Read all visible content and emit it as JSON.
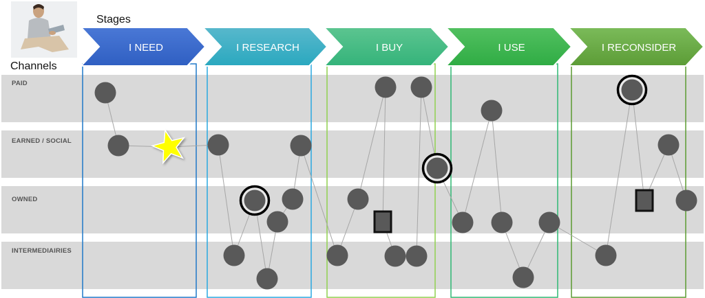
{
  "header": {
    "stages_label": "Stages",
    "channels_label": "Channels"
  },
  "stages": [
    {
      "label": "I NEED",
      "color_a": "#4a78d6",
      "color_b": "#2f5fc2",
      "outline": "#1f78c8"
    },
    {
      "label": "I RESEARCH",
      "color_a": "#58b8cc",
      "color_b": "#2aa8bf",
      "outline": "#29a8e0"
    },
    {
      "label": "I BUY",
      "color_a": "#5cc590",
      "color_b": "#34b37a",
      "outline": "#8fd14f"
    },
    {
      "label": "I USE",
      "color_a": "#52c060",
      "color_b": "#2fac44",
      "outline": "#2eb872"
    },
    {
      "label": "I RECONSIDER",
      "color_a": "#7bbb5a",
      "color_b": "#5c9c36",
      "outline": "#5a9a30"
    }
  ],
  "channels": [
    {
      "label": "PAID"
    },
    {
      "label": "EARNED / SOCIAL"
    },
    {
      "label": "OWNED"
    },
    {
      "label": "INTERMEDIAIRIES"
    }
  ],
  "colors": {
    "band": "#d9d9d9",
    "node": "#595959",
    "edge": "#a6a6a6",
    "star": "#ffff00"
  },
  "nodes": [
    {
      "id": "n1",
      "stage": "I NEED",
      "channel": "PAID",
      "shape": "circle"
    },
    {
      "id": "n2",
      "stage": "I NEED",
      "channel": "EARNED / SOCIAL",
      "shape": "circle"
    },
    {
      "id": "star",
      "stage": "I NEED",
      "channel": "EARNED / SOCIAL",
      "shape": "star"
    },
    {
      "id": "r1",
      "stage": "I RESEARCH",
      "channel": "EARNED / SOCIAL",
      "shape": "circle"
    },
    {
      "id": "r2",
      "stage": "I RESEARCH",
      "channel": "EARNED / SOCIAL",
      "shape": "circle"
    },
    {
      "id": "r3",
      "stage": "I RESEARCH",
      "channel": "OWNED",
      "shape": "ring"
    },
    {
      "id": "r4",
      "stage": "I RESEARCH",
      "channel": "OWNED",
      "shape": "circle"
    },
    {
      "id": "r5",
      "stage": "I RESEARCH",
      "channel": "OWNED",
      "shape": "circle"
    },
    {
      "id": "r6",
      "stage": "I RESEARCH",
      "channel": "INTERMEDIAIRIES",
      "shape": "circle"
    },
    {
      "id": "r7",
      "stage": "I RESEARCH",
      "channel": "INTERMEDIAIRIES",
      "shape": "circle"
    },
    {
      "id": "b1",
      "stage": "I BUY",
      "channel": "INTERMEDIAIRIES",
      "shape": "circle"
    },
    {
      "id": "b2",
      "stage": "I BUY",
      "channel": "OWNED",
      "shape": "circle"
    },
    {
      "id": "b3",
      "stage": "I BUY",
      "channel": "PAID",
      "shape": "circle"
    },
    {
      "id": "b4",
      "stage": "I BUY",
      "channel": "OWNED",
      "shape": "square"
    },
    {
      "id": "b5",
      "stage": "I BUY",
      "channel": "INTERMEDIAIRIES",
      "shape": "circle"
    },
    {
      "id": "b6",
      "stage": "I BUY",
      "channel": "PAID",
      "shape": "circle"
    },
    {
      "id": "b7",
      "stage": "I BUY",
      "channel": "INTERMEDIAIRIES",
      "shape": "circle"
    },
    {
      "id": "b8",
      "stage": "I BUY",
      "channel": "EARNED / SOCIAL",
      "shape": "ring"
    },
    {
      "id": "u1",
      "stage": "I USE",
      "channel": "OWNED",
      "shape": "circle"
    },
    {
      "id": "u2",
      "stage": "I USE",
      "channel": "PAID",
      "shape": "circle"
    },
    {
      "id": "u3",
      "stage": "I USE",
      "channel": "OWNED",
      "shape": "circle"
    },
    {
      "id": "u4",
      "stage": "I USE",
      "channel": "INTERMEDIAIRIES",
      "shape": "circle"
    },
    {
      "id": "u5",
      "stage": "I USE",
      "channel": "OWNED",
      "shape": "circle"
    },
    {
      "id": "c1",
      "stage": "I RECONSIDER",
      "channel": "INTERMEDIAIRIES",
      "shape": "circle"
    },
    {
      "id": "c2",
      "stage": "I RECONSIDER",
      "channel": "PAID",
      "shape": "ring"
    },
    {
      "id": "c3",
      "stage": "I RECONSIDER",
      "channel": "OWNED",
      "shape": "square"
    },
    {
      "id": "c4",
      "stage": "I RECONSIDER",
      "channel": "EARNED / SOCIAL",
      "shape": "circle"
    },
    {
      "id": "c5",
      "stage": "I RECONSIDER",
      "channel": "OWNED",
      "shape": "circle"
    }
  ],
  "edges": [
    [
      "n1",
      "n2"
    ],
    [
      "n2",
      "star"
    ],
    [
      "star",
      "r1"
    ],
    [
      "r1",
      "r6"
    ],
    [
      "r3",
      "r6"
    ],
    [
      "r3",
      "r7"
    ],
    [
      "r4",
      "r7"
    ],
    [
      "r4",
      "r5"
    ],
    [
      "r5",
      "r2"
    ],
    [
      "r2",
      "b1"
    ],
    [
      "b1",
      "b2"
    ],
    [
      "b2",
      "b3"
    ],
    [
      "b3",
      "b4"
    ],
    [
      "b4",
      "b5"
    ],
    [
      "b6",
      "b7"
    ],
    [
      "b6",
      "b8"
    ],
    [
      "b8",
      "u1"
    ],
    [
      "u1",
      "u2"
    ],
    [
      "u2",
      "u3"
    ],
    [
      "u3",
      "u4"
    ],
    [
      "u4",
      "u5"
    ],
    [
      "u5",
      "c1"
    ],
    [
      "c1",
      "c2"
    ],
    [
      "c2",
      "c3"
    ],
    [
      "c3",
      "c4"
    ],
    [
      "c4",
      "c5"
    ]
  ]
}
